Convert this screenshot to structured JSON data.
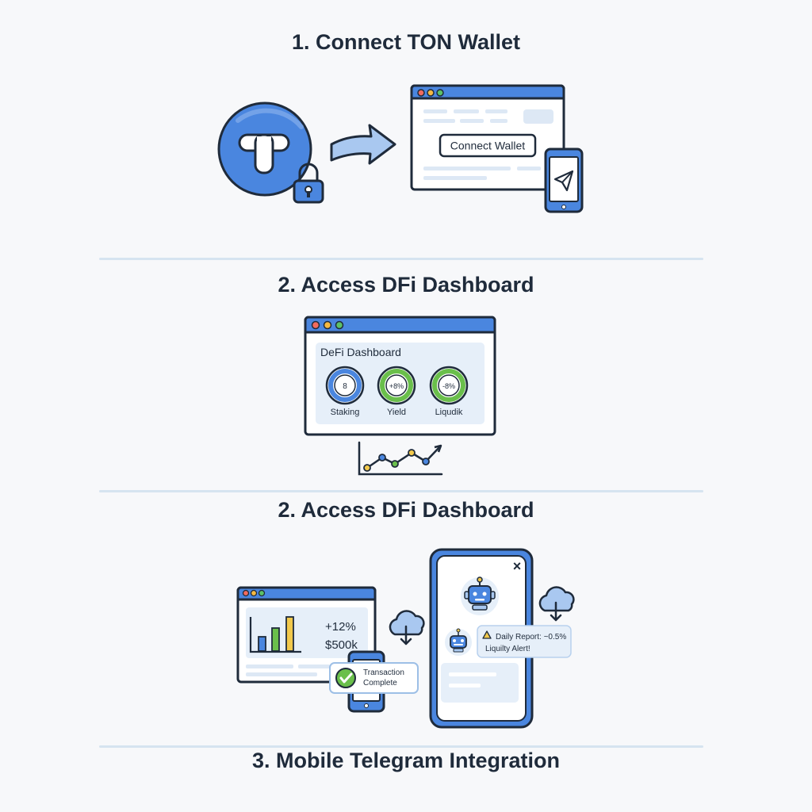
{
  "section1": {
    "title": "1. Connect TON Wallet",
    "ton_glyph": "T",
    "connect_button_label": "Connect Wallet"
  },
  "section2": {
    "title": "2. Access DFi Dashboard",
    "dashboard_title": "DeFi Dashboard",
    "gauges": [
      {
        "value": "8",
        "label": "Staking"
      },
      {
        "value": "+8%",
        "label": "Yield"
      },
      {
        "value": "-8%",
        "label": "Liqudik"
      }
    ]
  },
  "section3": {
    "title_top": "2. Access DFi Dashboard",
    "stat_change": "+12%",
    "stat_amount": "$500k",
    "transaction_label_line1": "Transaction",
    "transaction_label_line2": "Complete",
    "report_line1": "Daily Report: ~0.5%",
    "report_line2": "Liquilty Alert!",
    "close_glyph": "×",
    "title_bottom": "3. Mobile Telegram Integration"
  },
  "colors": {
    "primary_blue": "#4a86df",
    "light_blue": "#a9c8f0",
    "pale_blue": "#e6eff9",
    "outline": "#1f2b3b",
    "green": "#6abf4b",
    "yellow": "#f2c94c",
    "red_dot": "#f26b5e",
    "yellow_dot": "#f5b942",
    "green_dot": "#5cc167"
  },
  "icons": [
    "ton-logo-icon",
    "lock-icon",
    "arrow-right-icon",
    "browser-window-icon",
    "smartphone-icon",
    "telegram-paper-plane-icon",
    "line-chart-icon",
    "bar-chart-icon",
    "cloud-download-icon",
    "checkmark-icon",
    "robot-icon",
    "warning-icon",
    "close-icon"
  ]
}
